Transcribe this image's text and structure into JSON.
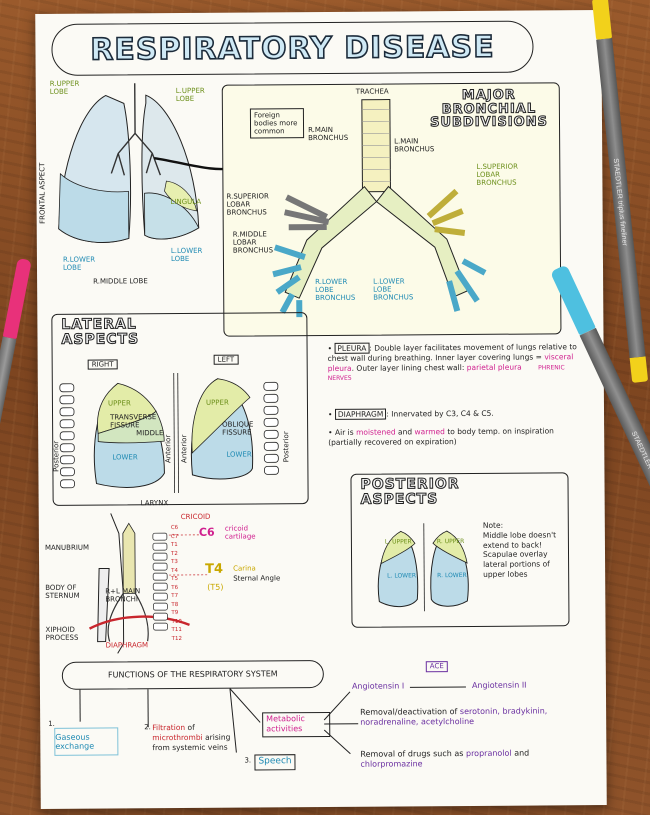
{
  "title": "RESPIRATORY DISEASE",
  "lungs_front": {
    "side_label": "FRONTAL ASPECT",
    "r_upper": "R.UPPER LOBE",
    "l_upper": "L.UPPER LOBE",
    "r_lower": "R.LOWER LOBE",
    "r_middle": "R.MIDDLE LOBE",
    "l_lower": "L.LOWER LOBE",
    "lingula": "LINGULA"
  },
  "bronchial": {
    "heading": "MAJOR BRONCHIAL SUBDIVISIONS",
    "foreign": "Foreign bodies more common",
    "trachea": "TRACHEA",
    "r_main": "R.MAIN BRONCHUS",
    "l_main": "L.MAIN BRONCHUS",
    "r_superior": "R.SUPERIOR LOBAR BRONCHUS",
    "l_superior": "L.SUPERIOR LOBAR BRONCHUS",
    "r_middle": "R.MIDDLE LOBAR BRONCHUS",
    "r_lower": "R.LOWER LOBE BRONCHUS",
    "l_lower": "L.LOWER LOBE BRONCHUS"
  },
  "lateral": {
    "heading": "LATERAL ASPECTS",
    "right": "RIGHT",
    "left": "LEFT",
    "upper": "UPPER",
    "transverse": "TRANSVERSE FISSURE",
    "middle": "MIDDLE",
    "lower": "LOWER",
    "oblique": "OBLIQUE FISSURE",
    "posterior": "Posterior",
    "anterior": "Anterior"
  },
  "notes": {
    "pleura_label": "PLEURA",
    "pleura_text": "Double layer facilitates movement of lungs relative to chest wall during breathing. Inner layer covering lungs =",
    "visceral": "visceral pleura",
    "outer": "Outer layer lining chest wall:",
    "parietal": "parietal pleura",
    "phrenic": "PHRENIC NERVES",
    "diaphragm_label": "DIAPHRAGM",
    "diaphragm_text": "Innervated by C3, C4 & C5.",
    "air_a": "Air is",
    "moistened": "moistened",
    "and": "and",
    "warmed": "warmed",
    "air_b": "to body temp. on inspiration (partially recovered on expiration)"
  },
  "skeleton": {
    "larynx": "LARYNX",
    "cricoid": "CRICOID",
    "c6": "C6",
    "cricoid_cart": "cricoid cartilage",
    "manubrium": "MANUBRIUM",
    "t4": "T4",
    "t5": "(T5)",
    "carina": "Carina",
    "sternal": "Sternal Angle",
    "body": "BODY OF STERNUM",
    "rl_main": "R+L MAIN BRONCHI",
    "xiphoid": "XIPHOID PROCESS",
    "diaphragm": "DIAPHRAGM",
    "vertebrae": [
      "C6",
      "C7",
      "T1",
      "T2",
      "T3",
      "T4",
      "T5",
      "T6",
      "T7",
      "T8",
      "T9",
      "T10",
      "T11",
      "T12"
    ]
  },
  "posterior": {
    "heading": "POSTERIOR ASPECTS",
    "l_upper": "L. UPPER",
    "r_upper": "R. UPPER",
    "l_lower": "L. LOWER",
    "r_lower": "R. LOWER",
    "note_title": "Note:",
    "note1": "Middle lobe doesn't extend to back!",
    "note2": "Scapulae overlay lateral portions of upper lobes"
  },
  "functions": {
    "heading": "FUNCTIONS OF THE RESPIRATORY SYSTEM",
    "n1": "1.",
    "gaseous": "Gaseous exchange",
    "n2": "2.",
    "filtration": "Filtration",
    "of": "of",
    "micro": "microthrombi",
    "arising": "arising from systemic veins",
    "metabolic": "Metabolic activities",
    "n3": "3.",
    "speech": "Speech",
    "ace": "ACE",
    "ang1": "Angiotensin I",
    "ang2": "Angiotensin II",
    "removal1": "Removal/deactivation of",
    "removal1_items": "serotonin, bradykinin, noradrenaline, acetylcholine",
    "removal2": "Removal of drugs such as",
    "drug1": "propranolol",
    "and": "and",
    "drug2": "chlorpromazine"
  },
  "pens": {
    "yellow": "STAEDTLER triplus fineliner",
    "blue": "STAEDTLER"
  }
}
